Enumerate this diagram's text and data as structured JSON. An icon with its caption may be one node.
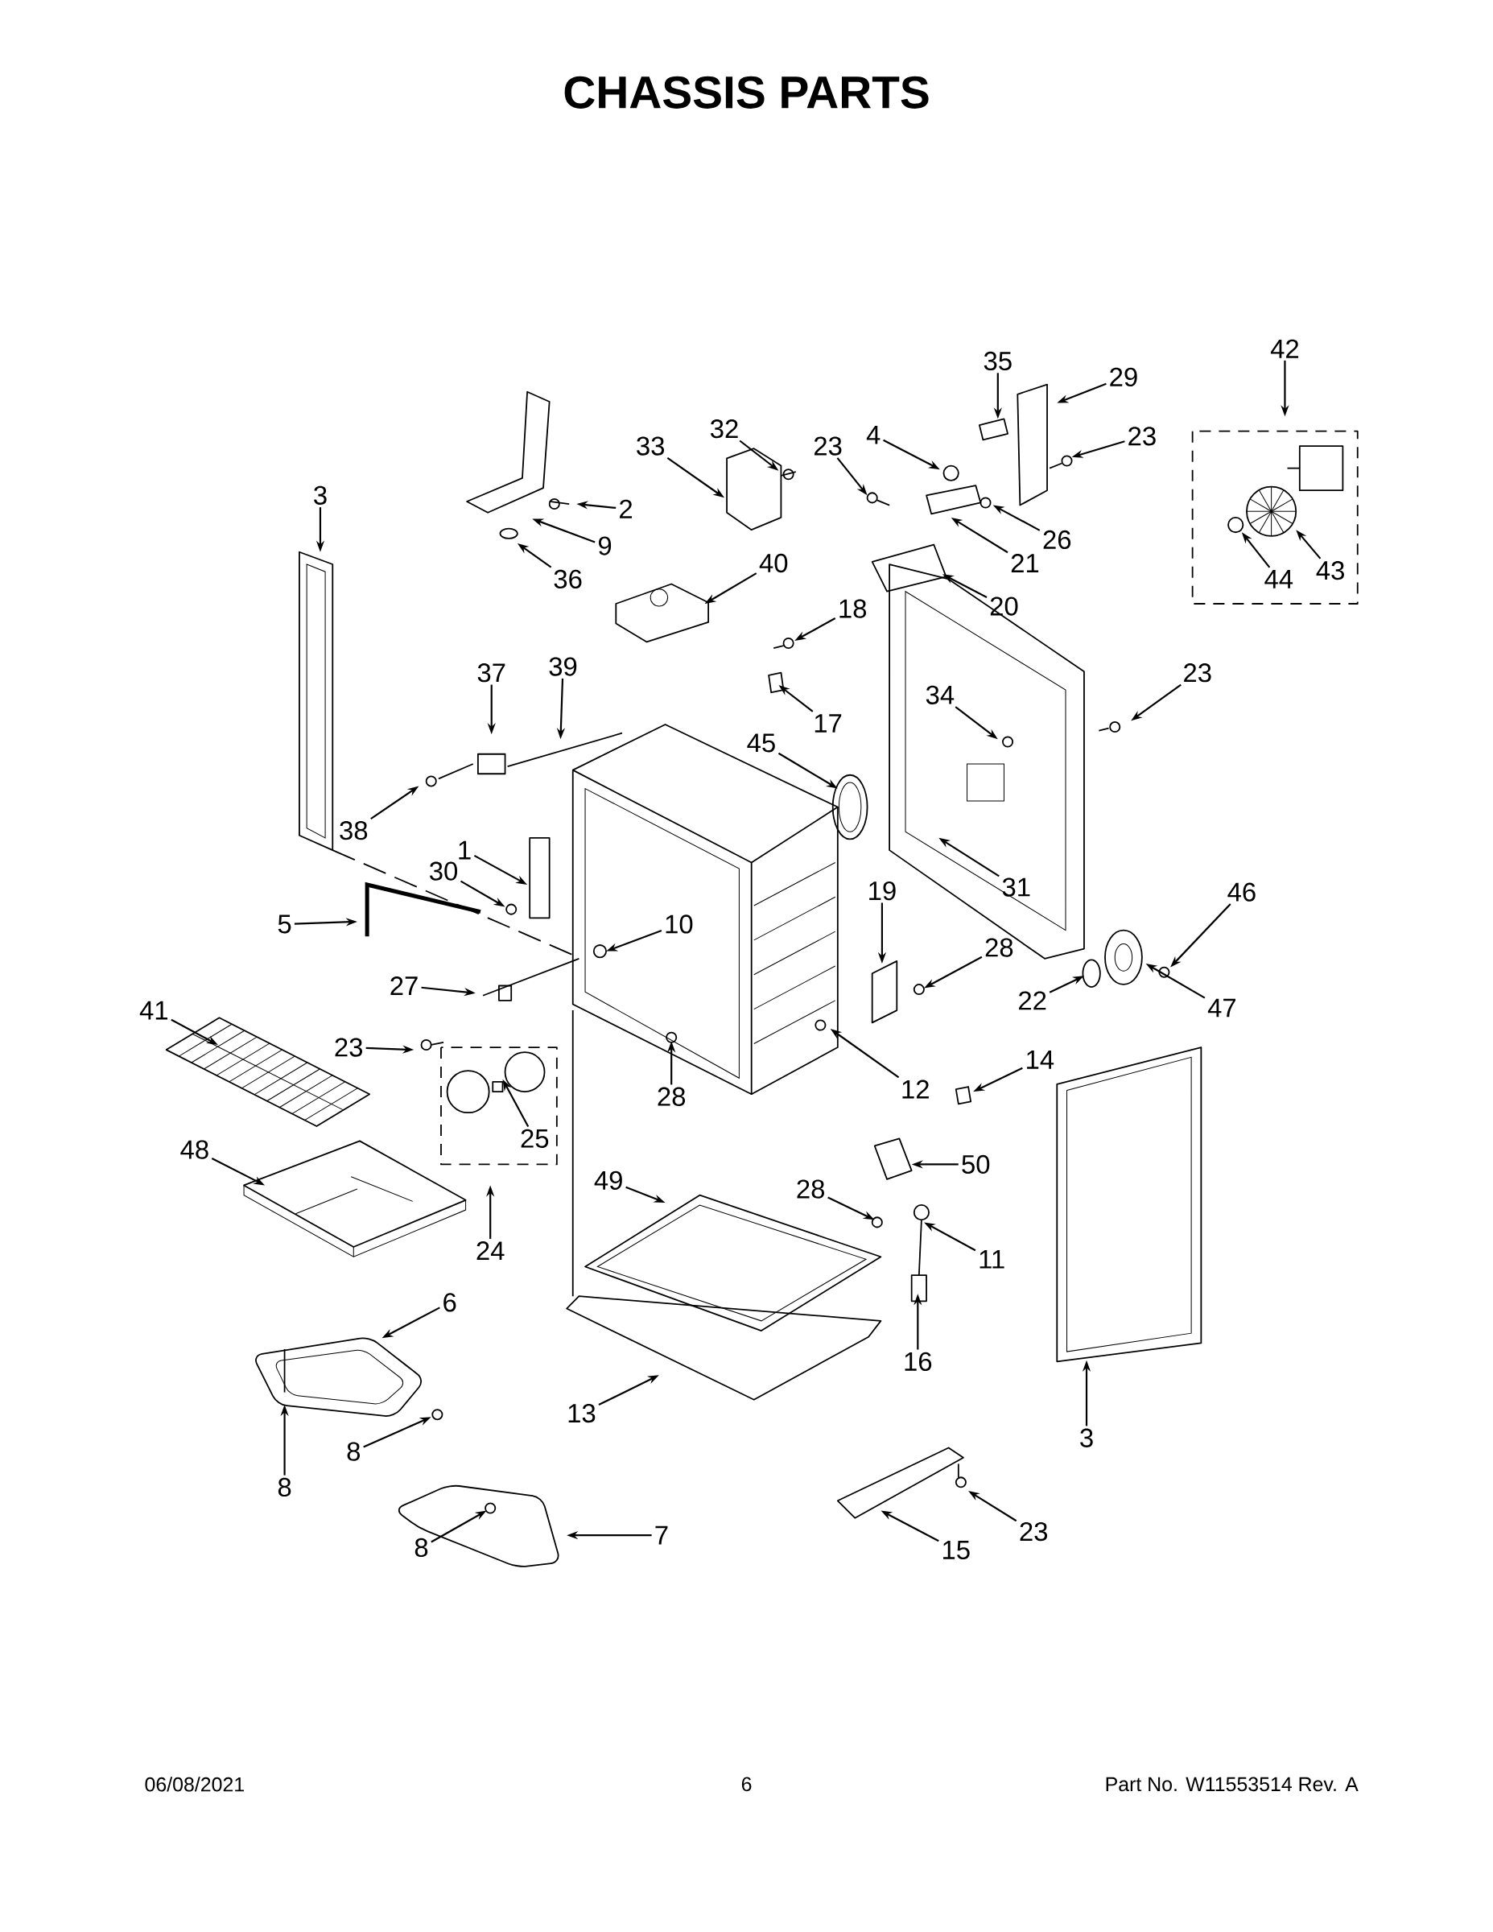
{
  "diagram": {
    "title": "CHASSIS PARTS",
    "nodes": [
      {
        "text": [
          "3"
        ]
      },
      {
        "text": [
          "2"
        ]
      },
      {
        "text": [
          "9"
        ]
      },
      {
        "text": [
          "36"
        ]
      },
      {
        "text": [
          "33"
        ]
      },
      {
        "text": [
          "32"
        ]
      },
      {
        "text": [
          "40"
        ]
      },
      {
        "text": [
          "23"
        ]
      },
      {
        "text": [
          "4"
        ]
      },
      {
        "text": [
          "35"
        ]
      },
      {
        "text": [
          "29"
        ]
      },
      {
        "text": [
          "23"
        ]
      },
      {
        "text": [
          "26"
        ]
      },
      {
        "text": [
          "21"
        ]
      },
      {
        "text": [
          "20"
        ]
      },
      {
        "text": [
          "42"
        ]
      },
      {
        "text": [
          "43"
        ]
      },
      {
        "text": [
          "44"
        ]
      },
      {
        "text": [
          "18"
        ]
      },
      {
        "text": [
          "17"
        ]
      },
      {
        "text": [
          "23"
        ]
      },
      {
        "text": [
          "34"
        ]
      },
      {
        "text": [
          "45"
        ]
      },
      {
        "text": [
          "37"
        ]
      },
      {
        "text": [
          "39"
        ]
      },
      {
        "text": [
          "38"
        ]
      },
      {
        "text": [
          "1"
        ]
      },
      {
        "text": [
          "30"
        ]
      },
      {
        "text": [
          "5"
        ]
      },
      {
        "text": [
          "10"
        ]
      },
      {
        "text": [
          "19"
        ]
      },
      {
        "text": [
          "28"
        ]
      },
      {
        "text": [
          "31"
        ]
      },
      {
        "text": [
          "46"
        ]
      },
      {
        "text": [
          "22"
        ]
      },
      {
        "text": [
          "47"
        ]
      },
      {
        "text": [
          "27"
        ]
      },
      {
        "text": [
          "41"
        ]
      },
      {
        "text": [
          "23"
        ]
      },
      {
        "text": [
          "28"
        ]
      },
      {
        "text": [
          "12"
        ]
      },
      {
        "text": [
          "14"
        ]
      },
      {
        "text": [
          "25"
        ]
      },
      {
        "text": [
          "48"
        ]
      },
      {
        "text": [
          "50"
        ]
      },
      {
        "text": [
          "49"
        ]
      },
      {
        "text": [
          "28"
        ]
      },
      {
        "text": [
          "24"
        ]
      },
      {
        "text": [
          "11"
        ]
      },
      {
        "text": [
          "6"
        ]
      },
      {
        "text": [
          "16"
        ]
      },
      {
        "text": [
          "13"
        ]
      },
      {
        "text": [
          "3"
        ]
      },
      {
        "text": [
          "8"
        ]
      },
      {
        "text": [
          "8"
        ]
      },
      {
        "text": [
          "23"
        ]
      },
      {
        "text": [
          "7"
        ]
      },
      {
        "text": [
          "15"
        ]
      },
      {
        "text": [
          "8"
        ]
      }
    ],
    "edges": [
      {
        "from": 0,
        "to": null,
        "arrow": "to"
      },
      {
        "from": 1,
        "to": null,
        "arrow": "to"
      },
      {
        "from": 2,
        "to": null,
        "arrow": "to"
      },
      {
        "from": 3,
        "to": null,
        "arrow": "to"
      },
      {
        "from": 4,
        "to": null,
        "arrow": "to"
      },
      {
        "from": 5,
        "to": null,
        "arrow": "to"
      },
      {
        "from": 6,
        "to": null,
        "arrow": "to"
      },
      {
        "from": 7,
        "to": null,
        "arrow": "to"
      },
      {
        "from": 8,
        "to": null,
        "arrow": "to"
      },
      {
        "from": 9,
        "to": null,
        "arrow": "to"
      },
      {
        "from": 10,
        "to": null,
        "arrow": "to"
      },
      {
        "from": 11,
        "to": null,
        "arrow": "to"
      },
      {
        "from": 12,
        "to": null,
        "arrow": "to"
      },
      {
        "from": 13,
        "to": null,
        "arrow": "to"
      },
      {
        "from": 14,
        "to": null,
        "arrow": "to"
      },
      {
        "from": 15,
        "to": null,
        "arrow": "to"
      },
      {
        "from": 16,
        "to": null,
        "arrow": "to"
      },
      {
        "from": 17,
        "to": null,
        "arrow": "to"
      },
      {
        "from": 18,
        "to": null,
        "arrow": "to"
      },
      {
        "from": 19,
        "to": null,
        "arrow": "to"
      },
      {
        "from": 20,
        "to": null,
        "arrow": "to"
      },
      {
        "from": 21,
        "to": null,
        "arrow": "to"
      },
      {
        "from": 22,
        "to": null,
        "arrow": "to"
      },
      {
        "from": 23,
        "to": null,
        "arrow": "to"
      },
      {
        "from": 24,
        "to": null,
        "arrow": "to"
      },
      {
        "from": 25,
        "to": null,
        "arrow": "to"
      },
      {
        "from": 26,
        "to": null,
        "arrow": "to"
      },
      {
        "from": 27,
        "to": null,
        "arrow": "to"
      },
      {
        "from": 28,
        "to": null,
        "arrow": "to"
      },
      {
        "from": 29,
        "to": null,
        "arrow": "to"
      },
      {
        "from": 30,
        "to": null,
        "arrow": "to"
      },
      {
        "from": 31,
        "to": null,
        "arrow": "to"
      },
      {
        "from": 32,
        "to": null,
        "arrow": "to"
      },
      {
        "from": 33,
        "to": null,
        "arrow": "to"
      },
      {
        "from": 34,
        "to": null,
        "arrow": "to"
      },
      {
        "from": 35,
        "to": null,
        "arrow": "to"
      },
      {
        "from": 36,
        "to": null,
        "arrow": "to"
      },
      {
        "from": 37,
        "to": null,
        "arrow": "to"
      },
      {
        "from": 38,
        "to": null,
        "arrow": "to"
      },
      {
        "from": 39,
        "to": null,
        "arrow": "to"
      },
      {
        "from": 40,
        "to": null,
        "arrow": "to"
      },
      {
        "from": 41,
        "to": null,
        "arrow": "to"
      },
      {
        "from": 42,
        "to": null,
        "arrow": "to"
      },
      {
        "from": 43,
        "to": null,
        "arrow": "to"
      },
      {
        "from": 44,
        "to": null,
        "arrow": "to"
      },
      {
        "from": 45,
        "to": null,
        "arrow": "to"
      },
      {
        "from": 46,
        "to": null,
        "arrow": "to"
      },
      {
        "from": 47,
        "to": null,
        "arrow": "to"
      },
      {
        "from": 48,
        "to": null,
        "arrow": "to"
      },
      {
        "from": 49,
        "to": null,
        "arrow": "to"
      },
      {
        "from": 50,
        "to": null,
        "arrow": "to"
      },
      {
        "from": 51,
        "to": null,
        "arrow": "to"
      },
      {
        "from": 52,
        "to": null,
        "arrow": "to"
      },
      {
        "from": 53,
        "to": null,
        "arrow": "to"
      },
      {
        "from": 54,
        "to": null,
        "arrow": "to"
      },
      {
        "from": 55,
        "to": null,
        "arrow": "to"
      },
      {
        "from": 56,
        "to": null,
        "arrow": "to"
      },
      {
        "from": 57,
        "to": null,
        "arrow": "to"
      },
      {
        "from": 58,
        "to": null,
        "arrow": "to"
      }
    ],
    "labels": [
      "06/08/2021",
      "6",
      "Part No.  W11553514  Rev. A"
    ]
  }
}
